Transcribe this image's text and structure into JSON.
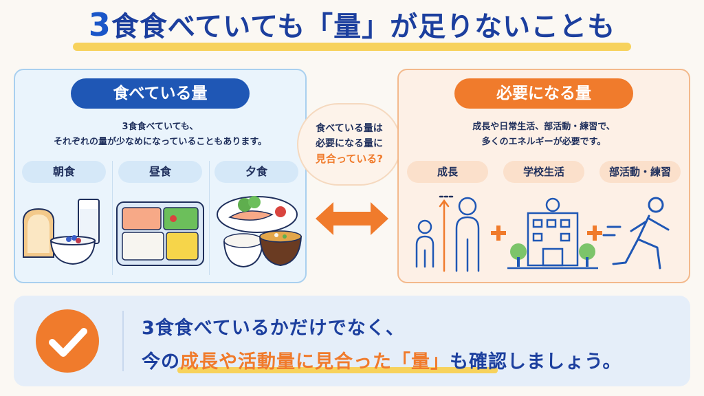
{
  "title": {
    "num": "3",
    "text": "食食べていても「量」が足りないことも"
  },
  "left_panel": {
    "header": "食べている量",
    "desc_line1": "3食食べていても、",
    "desc_line2": "それぞれの量が少なめになっていることもあります。",
    "meals": [
      "朝食",
      "昼食",
      "夕食"
    ]
  },
  "bubble": {
    "line1": "食べている量は",
    "line2": "必要になる量に",
    "line3": "見合っている?"
  },
  "right_panel": {
    "header": "必要になる量",
    "desc_line1": "成長や日常生活、部活動・練習で、",
    "desc_line2": "多くのエネルギーが必要です。",
    "items": [
      "成長",
      "学校生活",
      "部活動・練習"
    ]
  },
  "bottom": {
    "line1": "3食食べているかだけでなく、",
    "line2_a": "今の",
    "line2_em": "成長や活動量に見合った「量」",
    "line2_b": "も確認しましょう。"
  },
  "colors": {
    "navy": "#1c3f9e",
    "blue": "#1f57b5",
    "orange": "#f07b2c",
    "yellow": "#f7d25c"
  },
  "icons": [
    "bread-icon",
    "milk-glass-icon",
    "yogurt-bowl-icon",
    "bento-box-icon",
    "salmon-plate-icon",
    "rice-bowl-icon",
    "miso-soup-icon",
    "double-arrow-icon",
    "child-growth-icon",
    "school-building-icon",
    "runner-icon",
    "plus-icon",
    "check-icon"
  ]
}
